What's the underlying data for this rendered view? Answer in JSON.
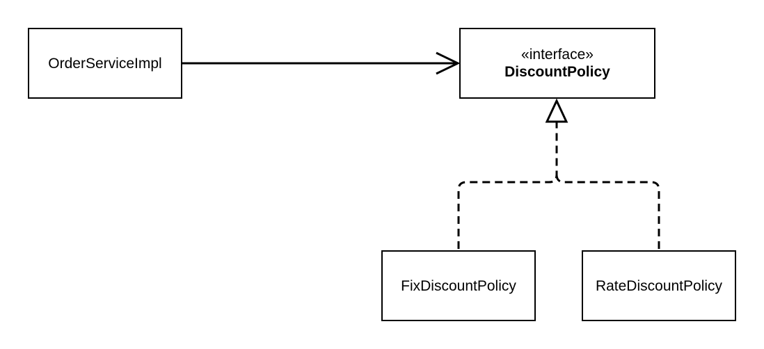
{
  "nodes": {
    "order_service_impl": {
      "label": "OrderServiceImpl"
    },
    "discount_policy": {
      "stereotype": "«interface»",
      "label": "DiscountPolicy"
    },
    "fix_discount_policy": {
      "label": "FixDiscountPolicy"
    },
    "rate_discount_policy": {
      "label": "RateDiscountPolicy"
    }
  },
  "edges": [
    {
      "from": "OrderServiceImpl",
      "to": "DiscountPolicy",
      "kind": "association"
    },
    {
      "from": "FixDiscountPolicy",
      "to": "DiscountPolicy",
      "kind": "realization"
    },
    {
      "from": "RateDiscountPolicy",
      "to": "DiscountPolicy",
      "kind": "realization"
    }
  ],
  "colors": {
    "stroke": "#000000",
    "fill": "#ffffff"
  }
}
